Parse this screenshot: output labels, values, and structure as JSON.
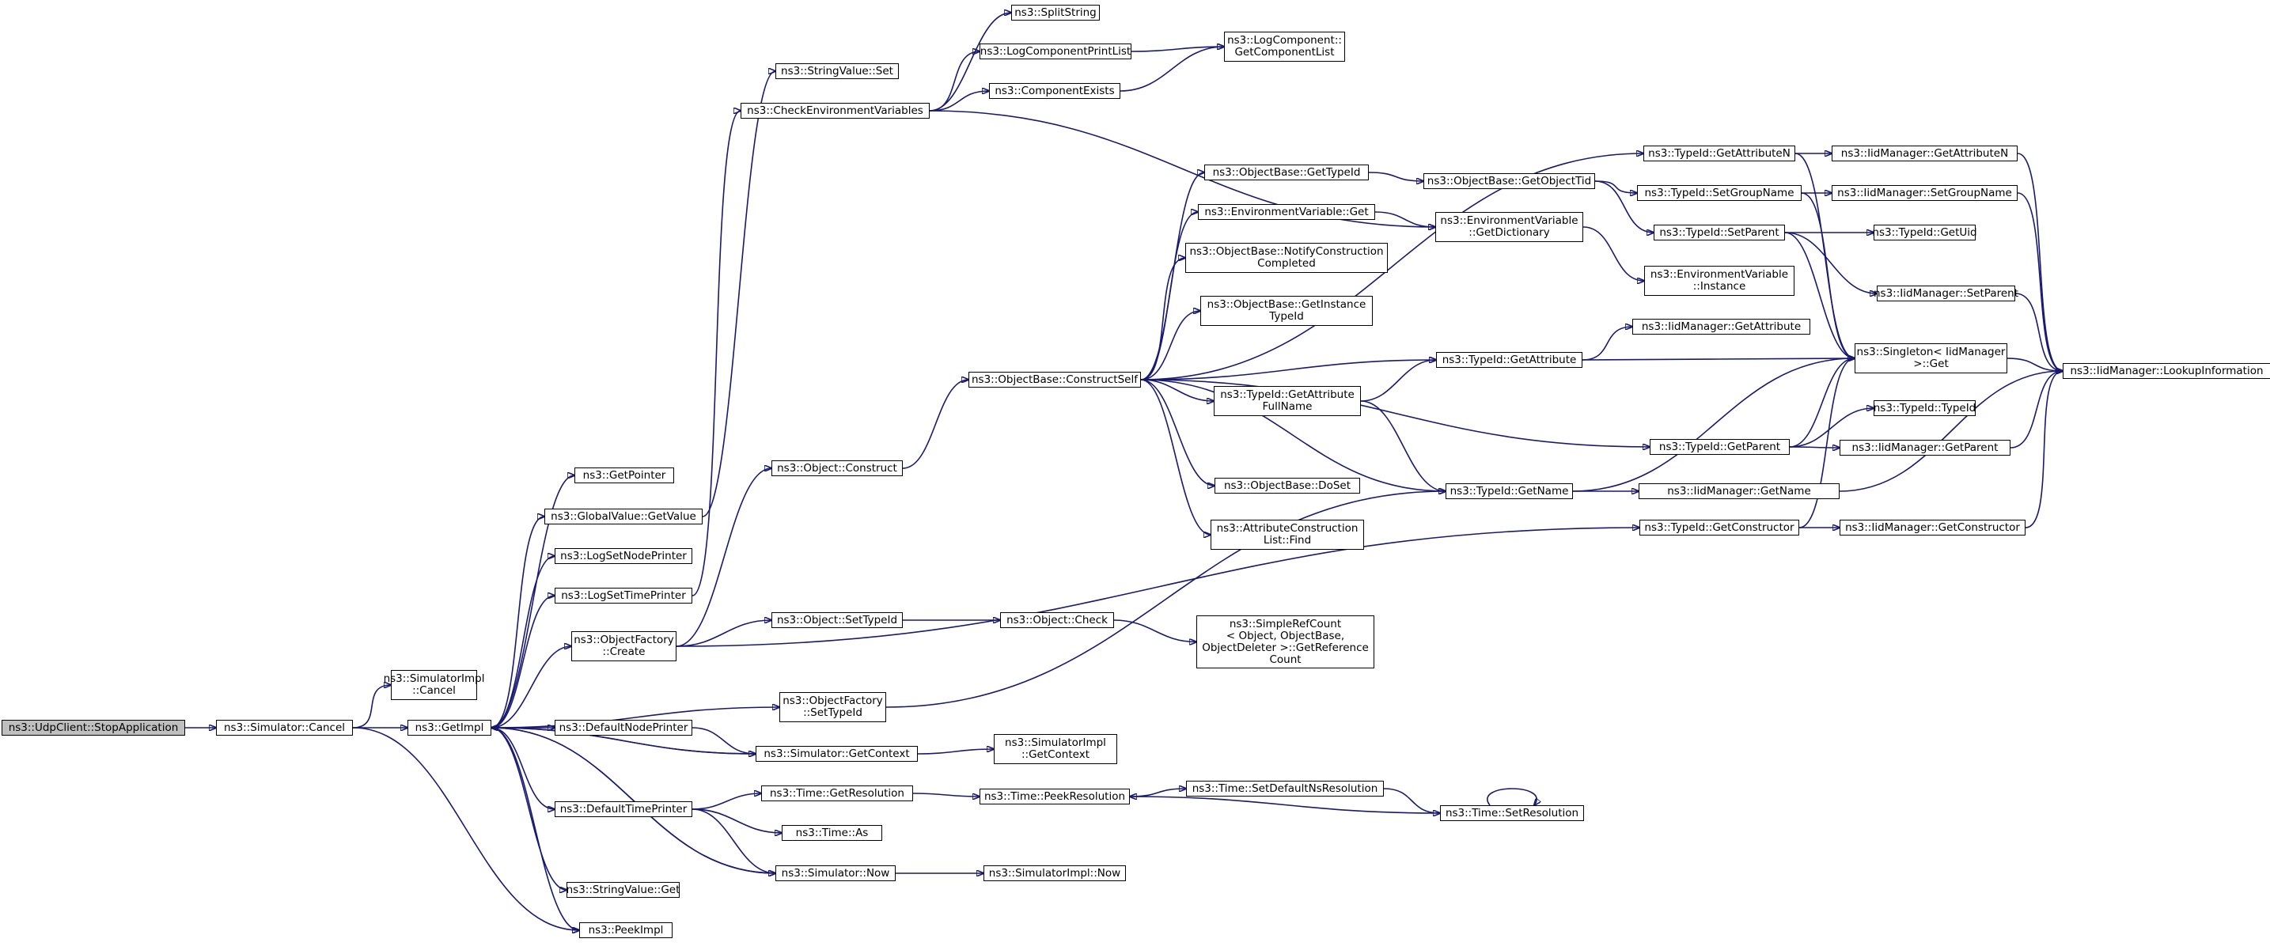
{
  "diagram": {
    "edge_color": "#191970",
    "root_fill": "#bfbfbf",
    "nodes": {
      "stopapp": {
        "lines": [
          "ns3::UdpClient::StopApplication"
        ]
      },
      "simcancel": {
        "lines": [
          "ns3::Simulator::Cancel"
        ]
      },
      "simimplcancel": {
        "lines": [
          "ns3::SimulatorImpl",
          "::Cancel"
        ]
      },
      "getimpl": {
        "lines": [
          "ns3::GetImpl"
        ]
      },
      "peekimpl": {
        "lines": [
          "ns3::PeekImpl"
        ]
      },
      "getpointer": {
        "lines": [
          "ns3::GetPointer"
        ]
      },
      "gvgetvalue": {
        "lines": [
          "ns3::GlobalValue::GetValue"
        ]
      },
      "logsetnode": {
        "lines": [
          "ns3::LogSetNodePrinter"
        ]
      },
      "logsettime": {
        "lines": [
          "ns3::LogSetTimePrinter"
        ]
      },
      "ofcreate": {
        "lines": [
          "ns3::ObjectFactory",
          "::Create"
        ]
      },
      "ofsettypeid": {
        "lines": [
          "ns3::ObjectFactory",
          "::SetTypeId"
        ]
      },
      "defnodeprinter": {
        "lines": [
          "ns3::DefaultNodePrinter"
        ]
      },
      "deftimeprinter": {
        "lines": [
          "ns3::DefaultTimePrinter"
        ]
      },
      "svget": {
        "lines": [
          "ns3::StringValue::Get"
        ]
      },
      "svset": {
        "lines": [
          "ns3::StringValue::Set"
        ]
      },
      "checkenv": {
        "lines": [
          "ns3::CheckEnvironmentVariables"
        ]
      },
      "splitstring": {
        "lines": [
          "ns3::SplitString"
        ]
      },
      "logcompprint": {
        "lines": [
          "ns3::LogComponentPrintList"
        ]
      },
      "compexists": {
        "lines": [
          "ns3::ComponentExists"
        ]
      },
      "logcompget": {
        "lines": [
          "ns3::LogComponent::",
          "GetComponentList"
        ]
      },
      "objconstruct": {
        "lines": [
          "ns3::Object::Construct"
        ]
      },
      "objsettypeid": {
        "lines": [
          "ns3::Object::SetTypeId"
        ]
      },
      "objcheck": {
        "lines": [
          "ns3::Object::Check"
        ]
      },
      "simplerefcount": {
        "lines": [
          "ns3::SimpleRefCount",
          "< Object, ObjectBase,",
          "ObjectDeleter >::GetReference",
          "Count"
        ]
      },
      "simgetcontext": {
        "lines": [
          "ns3::Simulator::GetContext"
        ]
      },
      "simimplgetcontext": {
        "lines": [
          "ns3::SimulatorImpl",
          "::GetContext"
        ]
      },
      "timegetres": {
        "lines": [
          "ns3::Time::GetResolution"
        ]
      },
      "timeas": {
        "lines": [
          "ns3::Time::As"
        ]
      },
      "simnow": {
        "lines": [
          "ns3::Simulator::Now"
        ]
      },
      "simimplnow": {
        "lines": [
          "ns3::SimulatorImpl::Now"
        ]
      },
      "timepeekres": {
        "lines": [
          "ns3::Time::PeekResolution"
        ]
      },
      "timesetdefns": {
        "lines": [
          "ns3::Time::SetDefaultNsResolution"
        ]
      },
      "timesetres": {
        "lines": [
          "ns3::Time::SetResolution"
        ]
      },
      "obconstructself": {
        "lines": [
          "ns3::ObjectBase::ConstructSelf"
        ]
      },
      "obgettypeid": {
        "lines": [
          "ns3::ObjectBase::GetTypeId"
        ]
      },
      "envget": {
        "lines": [
          "ns3::EnvironmentVariable::Get"
        ]
      },
      "obnotify": {
        "lines": [
          "ns3::ObjectBase::NotifyConstruction",
          "Completed"
        ]
      },
      "obgetinstance": {
        "lines": [
          "ns3::ObjectBase::GetInstance",
          "TypeId"
        ]
      },
      "tidgetattrfull": {
        "lines": [
          "ns3::TypeId::GetAttribute",
          "FullName"
        ]
      },
      "obdoset": {
        "lines": [
          "ns3::ObjectBase::DoSet"
        ]
      },
      "attrconstfind": {
        "lines": [
          "ns3::AttributeConstruction",
          "List::Find"
        ]
      },
      "obgetobjtid": {
        "lines": [
          "ns3::ObjectBase::GetObjectTid"
        ]
      },
      "envgetdict": {
        "lines": [
          "ns3::EnvironmentVariable",
          "::GetDictionary"
        ]
      },
      "envinstance": {
        "lines": [
          "ns3::EnvironmentVariable",
          "::Instance"
        ]
      },
      "tidgetattr": {
        "lines": [
          "ns3::TypeId::GetAttribute"
        ]
      },
      "tidgetname": {
        "lines": [
          "ns3::TypeId::GetName"
        ]
      },
      "tidgetattrn": {
        "lines": [
          "ns3::TypeId::GetAttributeN"
        ]
      },
      "tidsetgroup": {
        "lines": [
          "ns3::TypeId::SetGroupName"
        ]
      },
      "tidsetparent": {
        "lines": [
          "ns3::TypeId::SetParent"
        ]
      },
      "tidgetparent": {
        "lines": [
          "ns3::TypeId::GetParent"
        ]
      },
      "tidgetctor": {
        "lines": [
          "ns3::TypeId::GetConstructor"
        ]
      },
      "iidgetattr": {
        "lines": [
          "ns3::IidManager::GetAttribute"
        ]
      },
      "singleton": {
        "lines": [
          "ns3::Singleton< IidManager",
          ">::Get"
        ]
      },
      "iidgetattrn": {
        "lines": [
          "ns3::IidManager::GetAttributeN"
        ]
      },
      "iidsetgroup": {
        "lines": [
          "ns3::IidManager::SetGroupName"
        ]
      },
      "tidgetuid": {
        "lines": [
          "ns3::TypeId::GetUid"
        ]
      },
      "iidsetparent": {
        "lines": [
          "ns3::IidManager::SetParent"
        ]
      },
      "tidtypeid": {
        "lines": [
          "ns3::TypeId::TypeId"
        ]
      },
      "iidgetparent": {
        "lines": [
          "ns3::IidManager::GetParent"
        ]
      },
      "iidgetname": {
        "lines": [
          "ns3::IidManager::GetName"
        ]
      },
      "iidgetctor": {
        "lines": [
          "ns3::IidManager::GetConstructor"
        ]
      },
      "iidlookup": {
        "lines": [
          "ns3::IidManager::LookupInformation"
        ]
      }
    },
    "edges": [
      [
        "stopapp",
        "simcancel"
      ],
      [
        "simcancel",
        "simimplcancel"
      ],
      [
        "simcancel",
        "getimpl"
      ],
      [
        "simcancel",
        "peekimpl"
      ],
      [
        "getimpl",
        "getpointer"
      ],
      [
        "getimpl",
        "gvgetvalue"
      ],
      [
        "getimpl",
        "logsetnode"
      ],
      [
        "getimpl",
        "logsettime"
      ],
      [
        "getimpl",
        "ofcreate"
      ],
      [
        "getimpl",
        "ofsettypeid"
      ],
      [
        "getimpl",
        "defnodeprinter"
      ],
      [
        "getimpl",
        "simgetcontext"
      ],
      [
        "getimpl",
        "deftimeprinter"
      ],
      [
        "getimpl",
        "simnow"
      ],
      [
        "getimpl",
        "svget"
      ],
      [
        "getimpl",
        "peekimpl"
      ],
      [
        "gvgetvalue",
        "svset"
      ],
      [
        "logsettime",
        "checkenv"
      ],
      [
        "checkenv",
        "splitstring"
      ],
      [
        "checkenv",
        "logcompprint"
      ],
      [
        "checkenv",
        "compexists"
      ],
      [
        "checkenv",
        "envgetdict"
      ],
      [
        "logcompprint",
        "logcompget"
      ],
      [
        "compexists",
        "logcompget"
      ],
      [
        "ofcreate",
        "objconstruct"
      ],
      [
        "ofcreate",
        "objsettypeid"
      ],
      [
        "ofcreate",
        "tidgetctor"
      ],
      [
        "ofsettypeid",
        "tidgetname"
      ],
      [
        "objconstruct",
        "obconstructself"
      ],
      [
        "objsettypeid",
        "objcheck"
      ],
      [
        "objcheck",
        "simplerefcount"
      ],
      [
        "defnodeprinter",
        "simgetcontext"
      ],
      [
        "simgetcontext",
        "simimplgetcontext"
      ],
      [
        "simgetcontext",
        "getimpl"
      ],
      [
        "deftimeprinter",
        "timegetres"
      ],
      [
        "deftimeprinter",
        "timeas"
      ],
      [
        "deftimeprinter",
        "simnow"
      ],
      [
        "simnow",
        "simimplnow"
      ],
      [
        "simnow",
        "getimpl"
      ],
      [
        "timegetres",
        "timepeekres"
      ],
      [
        "timepeekres",
        "timesetdefns"
      ],
      [
        "timesetdefns",
        "timesetres"
      ],
      [
        "timesetres",
        "timepeekres"
      ],
      [
        "timesetres",
        "timesetres"
      ],
      [
        "obconstructself",
        "obgettypeid"
      ],
      [
        "obconstructself",
        "envget"
      ],
      [
        "obconstructself",
        "obnotify"
      ],
      [
        "obconstructself",
        "obgetinstance"
      ],
      [
        "obconstructself",
        "tidgetattrfull"
      ],
      [
        "obconstructself",
        "obdoset"
      ],
      [
        "obconstructself",
        "attrconstfind"
      ],
      [
        "obconstructself",
        "tidgetattr"
      ],
      [
        "obconstructself",
        "tidgetname"
      ],
      [
        "obconstructself",
        "tidgetparent"
      ],
      [
        "obconstructself",
        "tidgetattrn"
      ],
      [
        "obgettypeid",
        "obgetobjtid"
      ],
      [
        "envget",
        "envgetdict"
      ],
      [
        "envgetdict",
        "envinstance"
      ],
      [
        "tidgetattrfull",
        "tidgetattr"
      ],
      [
        "tidgetattrfull",
        "tidgetname"
      ],
      [
        "obgetobjtid",
        "tidsetgroup"
      ],
      [
        "obgetobjtid",
        "tidsetparent"
      ],
      [
        "tidgetattr",
        "iidgetattr"
      ],
      [
        "tidgetattr",
        "singleton"
      ],
      [
        "tidgetname",
        "singleton"
      ],
      [
        "tidgetname",
        "iidgetname"
      ],
      [
        "tidgetattrn",
        "iidgetattrn"
      ],
      [
        "tidgetattrn",
        "singleton"
      ],
      [
        "tidsetgroup",
        "iidsetgroup"
      ],
      [
        "tidsetgroup",
        "singleton"
      ],
      [
        "tidsetparent",
        "tidgetuid"
      ],
      [
        "tidsetparent",
        "iidsetparent"
      ],
      [
        "tidsetparent",
        "singleton"
      ],
      [
        "tidgetparent",
        "singleton"
      ],
      [
        "tidgetparent",
        "tidtypeid"
      ],
      [
        "tidgetparent",
        "iidgetparent"
      ],
      [
        "tidgetctor",
        "singleton"
      ],
      [
        "tidgetctor",
        "iidgetctor"
      ],
      [
        "iidgetattrn",
        "iidlookup"
      ],
      [
        "iidsetgroup",
        "iidlookup"
      ],
      [
        "iidsetparent",
        "iidlookup"
      ],
      [
        "singleton",
        "iidlookup"
      ],
      [
        "iidgetparent",
        "iidlookup"
      ],
      [
        "iidgetname",
        "iidlookup"
      ],
      [
        "iidgetctor",
        "iidlookup"
      ]
    ]
  }
}
